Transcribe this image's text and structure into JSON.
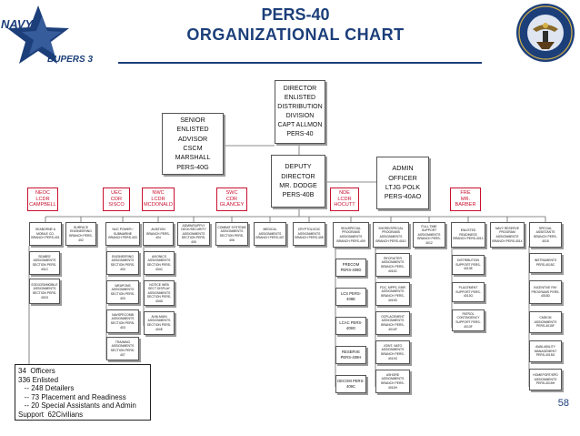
{
  "header": {
    "title_line1": "PERS-40",
    "title_line2": "ORGANIZATIONAL CHART",
    "logo_navy_text": "NAVY",
    "logo_bupers_text": "BUPERS 3",
    "seal_text": "UNITED STATES NAVY BUREAU OF NAVAL PERSONNEL"
  },
  "top_boxes": {
    "director": "DIRECTOR\nENLISTED\nDISTRIBUTION\nDIVISION\nCAPT ALLMON\nPERS-40",
    "senior_advisor": "SENIOR\nENLISTED\nADVISOR\nCSCM\nMARSHALL\nPERS-40G",
    "deputy": "DEPUTY\nDIRECTOR\nMR. DODGE\nPERS-40B",
    "admin": "ADMIN\nOFFICER\nLTJG POLK\nPERS-40AO"
  },
  "tags": {
    "neoc": "NEOC\nLCDR\nCAMPBELL",
    "uec": "UEC\nCDR\nSISCO",
    "nwc": "NWC\nLCDR\nMCDONALD",
    "swc": "SWC\nCDR\nGLANCEY",
    "nde": "NDE\nLCDR\nHOCUTT",
    "fre": "FRE\nMR.\nBARBER"
  },
  "branches": [
    "SEABORNE & MOBILE CO. BRANCH PERS-401",
    "SURFACE ENGINEERING BRANCH PERS-402",
    "NUC POWER / SUBMARINE BRANCH PERS-403",
    "AVIATION BRANCH PERS-404",
    "ADMIN/SUPPLY DECK/SECURITY ASSIGNMENTS SECTION PERS-405",
    "COMBAT SYSTEMS ASSIGNMENTS SECTION PERS-406",
    "MEDICAL ASSIGNMENTS BRANCH PERS-407",
    "CRYPTOLOGIC ASSIGNMENTS BRANCH PERS-408",
    "SEA/SPECIAL PROGRAMS ASSIGNMENTS BRANCH PERS-409",
    "SHORE/SPECIAL PROGRAMS ASSIGNMENTS BRANCH PERS-4010",
    "FULL TIME SUPPORT ASSIGNMENTS BRANCH PERS-4012",
    "ENLISTED READINESS BRANCH PERS-4013",
    "NAVY RESERVE PROGRAM ASSIGNMENTS BRANCH PERS-4014",
    "SPECIAL ASSISTANTS BRANCH PERS-4015"
  ],
  "sections": [
    "SEABEE ASSIGNMENTS SECTION PERS-401C",
    "EOD/CEB/MOBILE ASSIGNMENTS SECTION PERS-401D",
    "ENGINEERING ASSIGNMENTS SECTION PERS-403",
    "WEAPONS ASSIGNMENTS SECTION PERS-403",
    "NAVSPECOMB ASSIGNMENTS SECTION PERS-403",
    "TRAINING ASSIGNMENTS SECTION PERS-407",
    "AVIONICS ASSIGNMENTS SECTION PERS-404C",
    "NOTICE WEB SECT DISPLAY ASSIGNMENTS SECTION PERS-404D",
    "AVIA-MAIN ASSIGNMENTS SECTION PERS-404E",
    "PRECOM PERS-409D",
    "LCS PERS-409E",
    "LCAC PERS-409G",
    "RESERVE PERS-409H",
    "DECOM PERS-409C",
    "RECRUITER ASSIGNMENTS BRANCH PERS-4010C",
    "FDC, MPPS, EMR ASSIGNMENTS BRANCH PERS-4010D",
    "OCPLACEMENT ASSIGNMENTS BRANCH PERS-4010F",
    "JOINT, NATO ASSIGNMENTS BRANCH PERS-4010G",
    "ASHORE ASSIGNMENTS BRANCH PERS-4010H",
    "DISTRIBUTION SUPPORT PERS-4013E",
    "PLACEMENT SUPPORT PERS-4013G",
    "PATROL CONTINGENCY SUPPORT PERS-4013F",
    "INSTRUMENTS PERS-4015C",
    "INCENTIVE PAY PROGRAMS PERS-4015D",
    "CMDCM ASSIGNMENTS PERS-4015F",
    "AVAILABILITY MANAGEMENT PERS-4015G",
    "HOMEPORT/SPD ASSIGNMENTS PERS-4015H"
  ],
  "summary": {
    "lines": [
      "34  Officers",
      "336 Enlisted",
      "   -- 248 Detailers",
      "   -- 73 Placement and Readiness",
      "   -- 20 Special Assistants and Admin",
      "Support  62Civilians"
    ]
  },
  "page_number": "58",
  "colors": {
    "title": "#1c3f7a",
    "tag_red": "#c8102e",
    "navy_star": "#1c3f7a"
  }
}
